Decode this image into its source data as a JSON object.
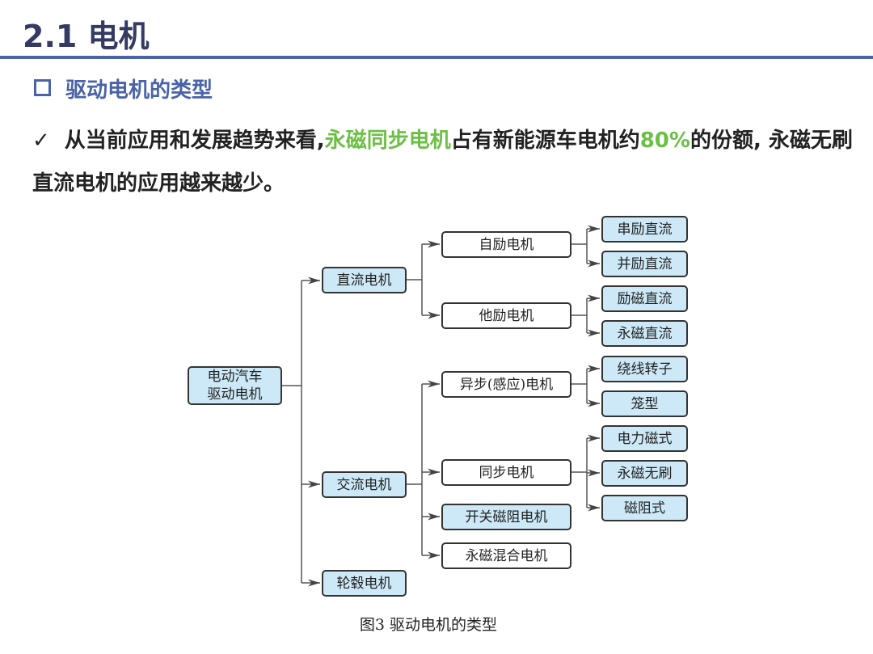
{
  "header": {
    "title": "2.1 电机"
  },
  "section": {
    "heading": "驱动电机的类型"
  },
  "bullet": {
    "check": "✓",
    "text_a": "从当前应用和发展趋势来看,",
    "highlight_a": "永磁同步电机",
    "text_b": "占有新能源车电机约",
    "highlight_b": "80%",
    "text_c": "的份额, 永磁无刷直流电机的应用越来越少。"
  },
  "diagram": {
    "root": "电动汽车\n驱动电机",
    "dc": "直流电机",
    "ac": "交流电机",
    "hub": "轮毂电机",
    "self_excited": "自励电机",
    "separately_excited": "他励电机",
    "async": "异步(感应)电机",
    "sync": "同步电机",
    "srm": "开关磁阻电机",
    "pm_hybrid": "永磁混合电机",
    "series_dc": "串励直流",
    "shunt_dc": "并励直流",
    "field_dc": "励磁直流",
    "pm_dc": "永磁直流",
    "wound_rotor": "绕线转子",
    "squirrel_cage": "笼型",
    "electromagnetic": "电力磁式",
    "pm_brushless": "永磁无刷",
    "reluctance": "磁阻式",
    "caption": "图3  驱动电机的类型"
  },
  "colors": {
    "title": "#343a63",
    "accent": "#4a62a8",
    "highlight": "#6cbf45",
    "box_fill": "#cde9f7"
  }
}
